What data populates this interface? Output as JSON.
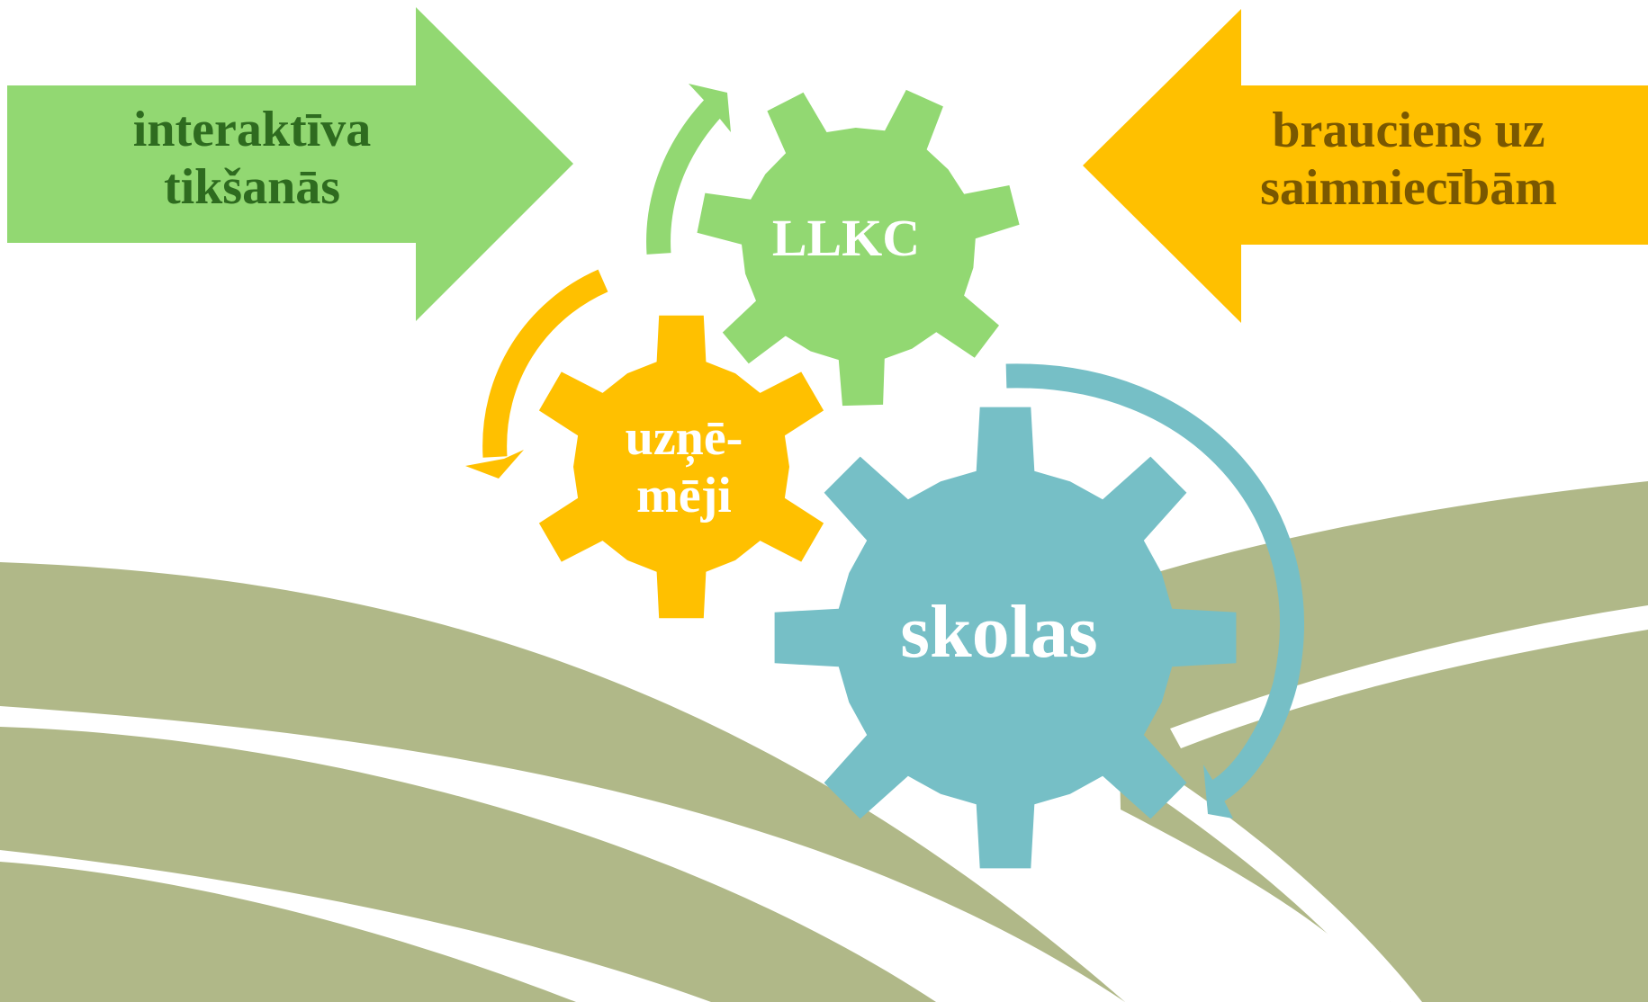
{
  "arrows": {
    "left": {
      "line1": "interaktīva",
      "line2": "tikšanās"
    },
    "right": {
      "line1": "brauciens uz",
      "line2": "saimniecībām"
    }
  },
  "gears": {
    "llkc": "LLKC",
    "uznemeji": {
      "line1": "uzņē-",
      "line2": "mēji"
    },
    "skolas": "skolas"
  },
  "colors": {
    "green_arrow": "#92d872",
    "green_text": "#2e6b1f",
    "orange": "#ffc000",
    "orange_text": "#7a5800",
    "teal": "#76bfc6",
    "field": "#b0b888",
    "white": "#ffffff"
  }
}
